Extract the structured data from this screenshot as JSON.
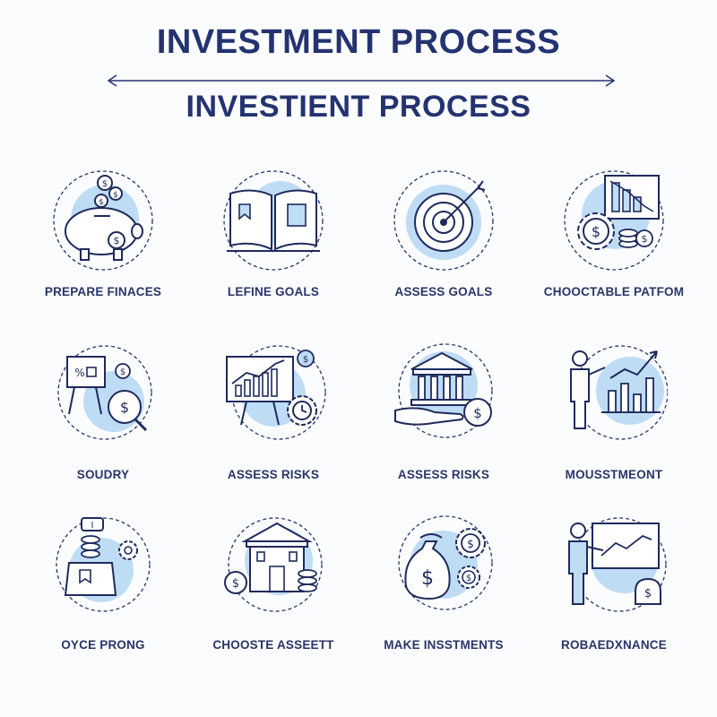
{
  "title": "INVESTMENT PROCESS",
  "subtitle": "INVESTIENT PROCESS",
  "colors": {
    "navy": "#243370",
    "light_blue": "#bfdcf5",
    "text": "#2a3566"
  },
  "steps": [
    {
      "label": "PREPARE FINACES",
      "icon": "piggy-bank-icon"
    },
    {
      "label": "LEFINE GOALS",
      "icon": "open-book-icon"
    },
    {
      "label": "ASSESS GOALS",
      "icon": "target-icon"
    },
    {
      "label": "CHOOCTABLE PATFOM",
      "icon": "chart-gear-icon"
    },
    {
      "label": "SOUDRY",
      "icon": "presentation-magnifier-icon"
    },
    {
      "label": "ASSESS RISKS",
      "icon": "chart-board-clock-icon"
    },
    {
      "label": "ASSESS RISKS",
      "icon": "bank-hand-icon"
    },
    {
      "label": "MOUSSTMEONT",
      "icon": "presenter-chart-icon"
    },
    {
      "label": "OYCE PRONG",
      "icon": "robot-coins-icon"
    },
    {
      "label": "CHOOSTE ASSEETT",
      "icon": "bank-coins-icon"
    },
    {
      "label": "MAKE INSSTMENTS",
      "icon": "money-bag-gears-icon"
    },
    {
      "label": "ROBAEDXNANCE",
      "icon": "presenter-board-icon"
    }
  ]
}
